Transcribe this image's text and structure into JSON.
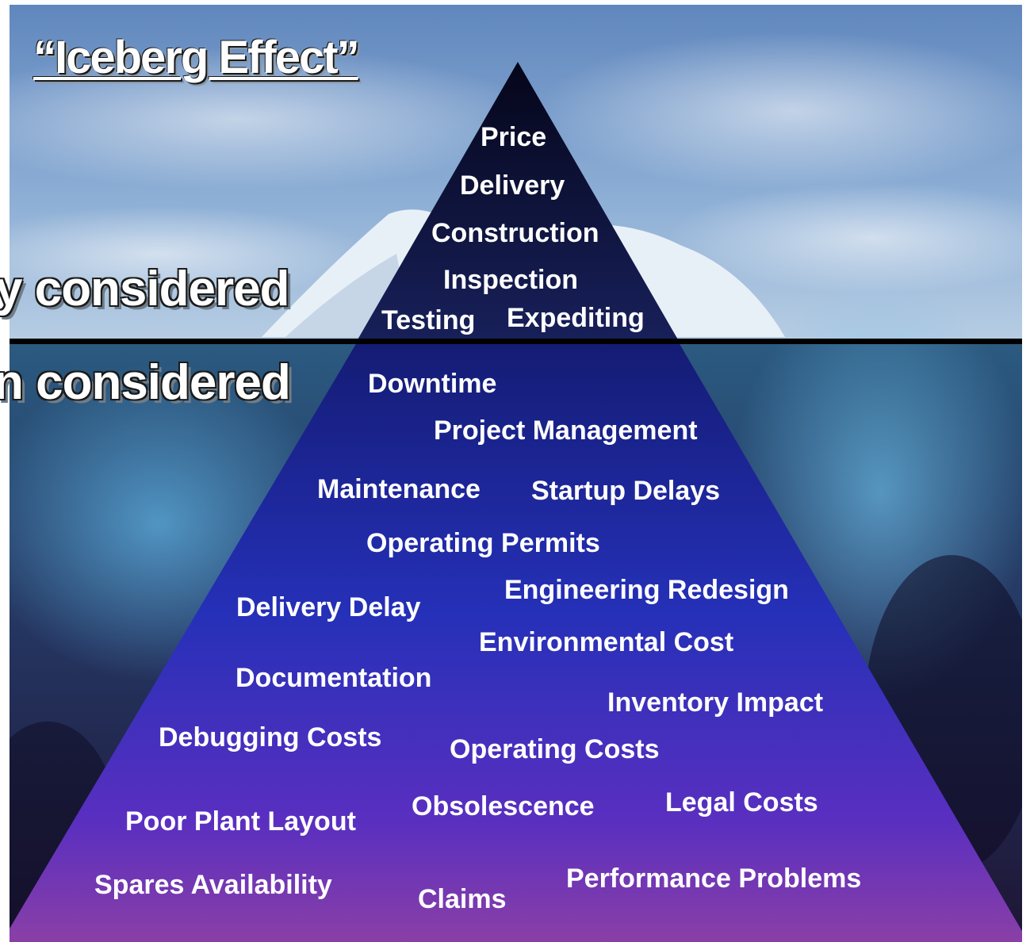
{
  "title": "“Iceberg Effect”",
  "side_labels": {
    "above": "y considered",
    "below": "n considered"
  },
  "above_waterline": [
    "Price",
    "Delivery",
    "Construction",
    "Inspection",
    "Testing",
    "Expediting"
  ],
  "below_waterline": [
    "Downtime",
    "Project Management",
    "Maintenance",
    "Startup Delays",
    "Operating Permits",
    "Engineering Redesign",
    "Delivery Delay",
    "Environmental Cost",
    "Documentation",
    "Inventory Impact",
    "Debugging Costs",
    "Operating Costs",
    "Legal Costs",
    "Obsolescence",
    "Poor Plant Layout",
    "Performance Problems",
    "Spares Availability",
    "Claims"
  ],
  "colors": {
    "sky_top": "#6f93c4",
    "sky_bottom": "#a9c3dd",
    "water_top": "#2f5f86",
    "water_bottom": "#2a1d4a",
    "pyramid_top": "#0d0f2e",
    "pyramid_mid": "#1f2aa0",
    "pyramid_bottom": "#7a3aa8",
    "waterline": "#000000",
    "text": "#ffffff"
  }
}
